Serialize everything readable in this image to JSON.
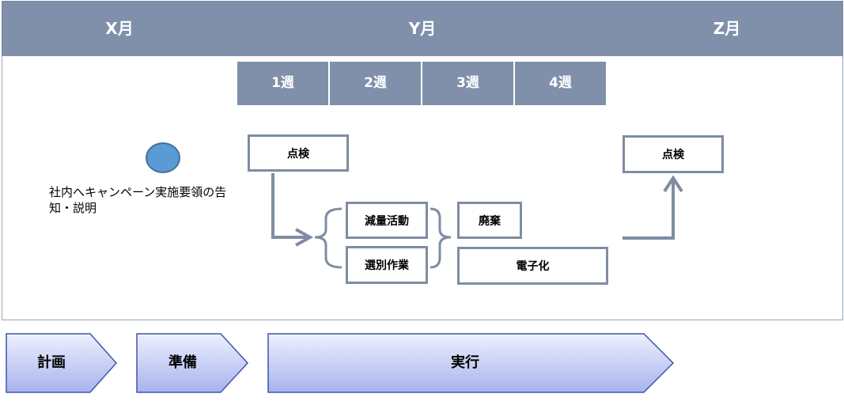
{
  "header": {
    "months": [
      "X月",
      "Y月",
      "Z月"
    ]
  },
  "weeks": [
    "1週",
    "2週",
    "3週",
    "4週"
  ],
  "announcement": "社内へキャンペーン実施要領の告知・説明",
  "boxes": {
    "inspection_start": "点検",
    "reduction": "減量活動",
    "sorting": "選別作業",
    "disposal": "廃棄",
    "digitization": "電子化",
    "inspection_end": "点検"
  },
  "phases": [
    "計画",
    "準備",
    "実行"
  ],
  "colors": {
    "header_bg": "#8090aa",
    "box_border": "#7f8ca3",
    "dot_fill": "#5b9bd5",
    "phase_fill_top": "#eef0fd",
    "phase_fill_bottom": "#a7b3ee",
    "phase_border": "#3f55ad"
  }
}
